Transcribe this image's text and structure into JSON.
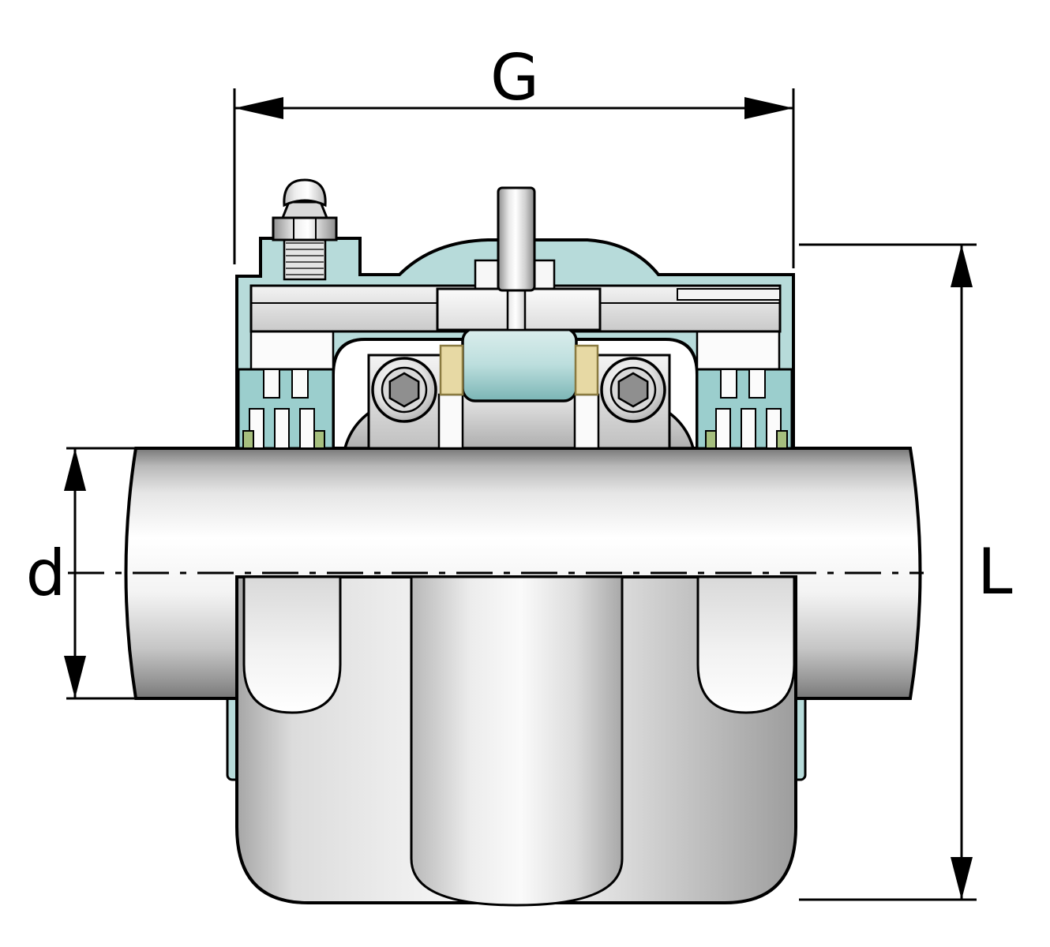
{
  "drawing": {
    "labels": {
      "width": "G",
      "shaft_diameter": "d",
      "height": "L"
    },
    "colors": {
      "outline": "#000000",
      "background": "#ffffff",
      "housing_teal": "#b7dbda",
      "housing_teal_dark": "#9bcecd",
      "seal_green": "#a6bf7e",
      "cage_yellow": "#e7d9a4",
      "metal_light": "#f2f2f2",
      "metal_mid": "#d0d0d0",
      "metal_dark": "#8f8f8f"
    }
  }
}
